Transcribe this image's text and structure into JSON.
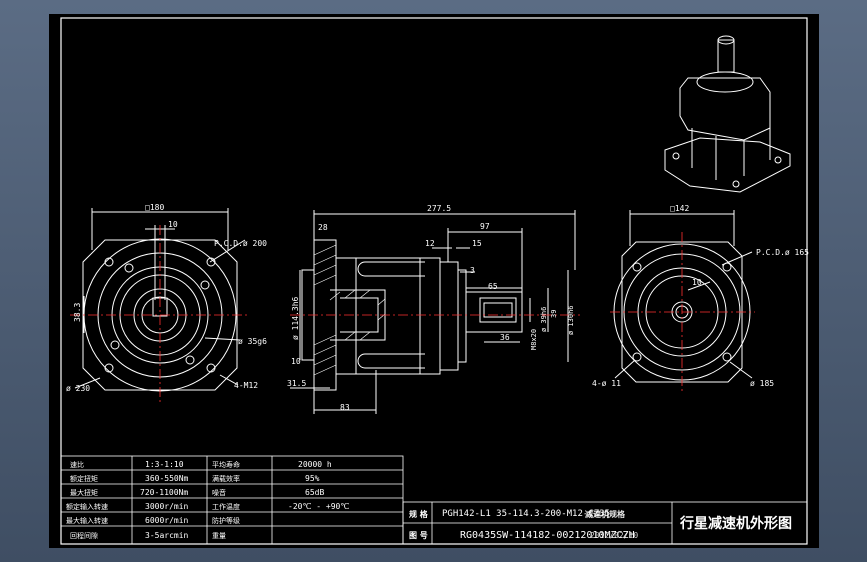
{
  "colors": {
    "line": "#ffffff",
    "center": "#ff3030",
    "dim": "#ffffff",
    "bg": "#000000"
  },
  "left_view": {
    "d_top": "□180",
    "d_10": "10",
    "d_pcd": "P.C.D.ø 200",
    "d_38": "38.3",
    "d_35": "ø 35g6",
    "d_230": "ø 230",
    "d_hole": "4-M12"
  },
  "middle_view": {
    "d_total": "277.5",
    "d_28": "28",
    "d_97": "97",
    "d_12": "12",
    "d_15": "15",
    "d_3": "3",
    "d_65": "65",
    "d_36": "36",
    "d_114": "ø 114.3h6",
    "d_10": "10",
    "d_315": "31.5",
    "d_83": "83",
    "d_m": "M8x20",
    "d_39": "ø 39h6",
    "d_39b": "39",
    "d_130": "ø 130h6"
  },
  "right_view": {
    "d_top": "□142",
    "d_pcd": "P.C.D.ø 165",
    "d_10": "10",
    "d_hole": "4-ø 11",
    "d_185": "ø 185"
  },
  "spec_table": {
    "rows": [
      {
        "k1": "速比",
        "v1": "1:3-1:10",
        "k2": "平均寿命",
        "v2": "20000 h"
      },
      {
        "k1": "额定扭矩",
        "v1": "360-550Nm",
        "k2": "满载效率",
        "v2": "95%"
      },
      {
        "k1": "最大扭矩",
        "v1": "720-1100Nm",
        "k2": "噪音",
        "v2": "65dB"
      },
      {
        "k1": "额定输入转速",
        "v1": "3000r/min",
        "k2": "工作温度",
        "v2": "-20℃ - +90℃"
      },
      {
        "k1": "最大输入转速",
        "v1": "6000r/min",
        "k2": "防护等级",
        "v2": ""
      },
      {
        "k1": "回程间隙",
        "v1": "3-5arcmin",
        "k2": "重量",
        "v2": ""
      }
    ]
  },
  "title_block": {
    "l1": "规 格",
    "l2": "图 号",
    "model": "PGH142-L1 35-114.3-200-M12-CZ35",
    "drawing_no": "RG0435SW-114182-00212010MZCZH",
    "overlap1": "减速机规格",
    "overlap2": "2012/02/10",
    "title": "行星减速机外形图"
  }
}
